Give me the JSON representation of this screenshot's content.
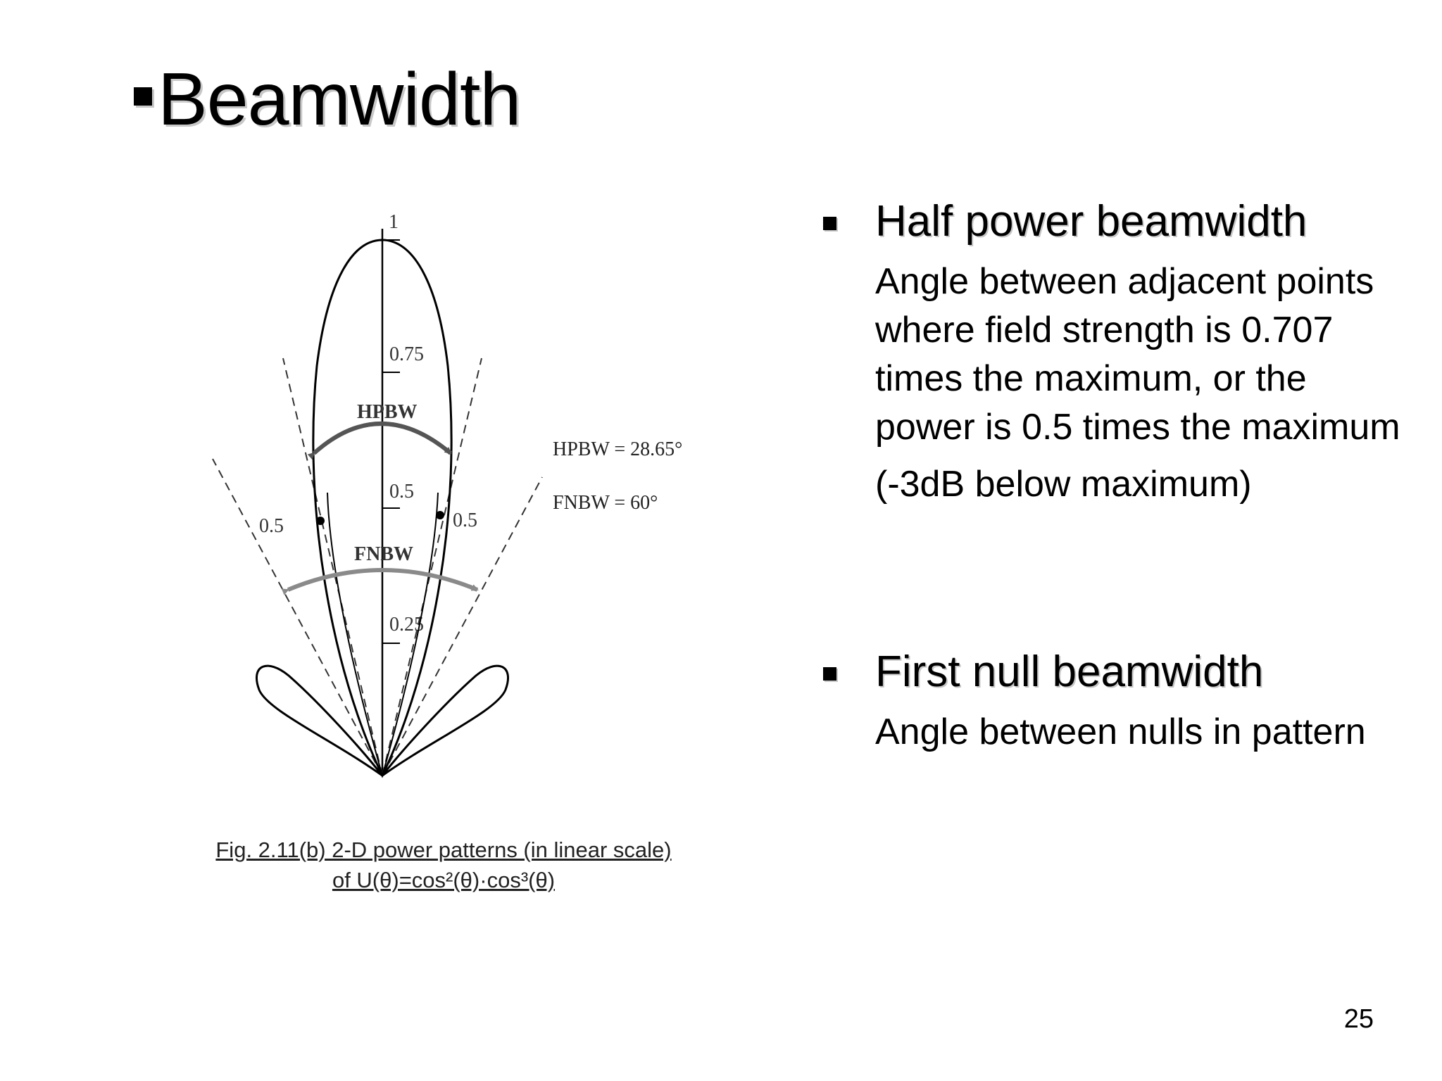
{
  "slide": {
    "title": "Beamwidth",
    "page_number": "25"
  },
  "diagram": {
    "axis_ticks": [
      "1",
      "0.75",
      "0.5",
      "0.25"
    ],
    "left_point_label": "0.5",
    "right_point_label": "0.5",
    "hpbw_label": "HPBW",
    "fnbw_label": "FNBW",
    "hpbw_value": "HPBW = 28.65°",
    "fnbw_value": "FNBW = 60°",
    "caption_line1": "Fig. 2.11(b) 2-D power patterns (in linear scale)",
    "caption_line2": "of U(θ)=cos²(θ)·cos³(θ)",
    "colors": {
      "hpbw_arrow": "#555555",
      "fnbw_arrow": "#8a8a8a"
    }
  },
  "sections": [
    {
      "heading": "Half power beamwidth",
      "body": "Angle between adjacent points where field strength is 0.707 times the maximum, or the power is 0.5 times the maximum",
      "note": "(-3dB below maximum)"
    },
    {
      "heading": "First null beamwidth",
      "body": "Angle between nulls in pattern"
    }
  ]
}
